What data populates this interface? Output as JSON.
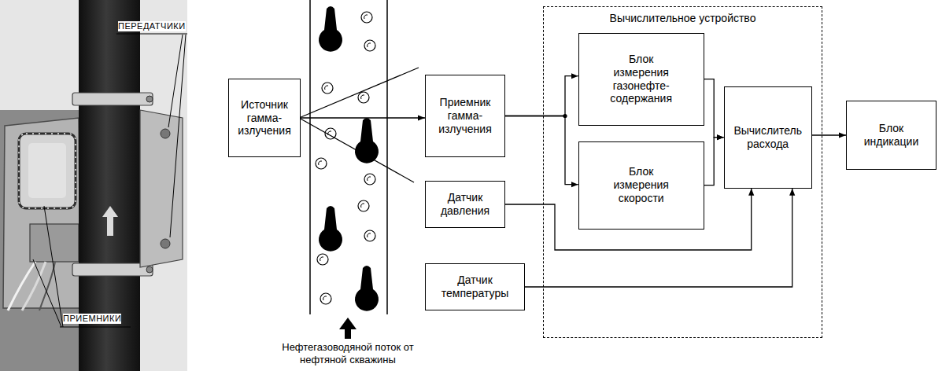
{
  "diagram": {
    "nodes": [
      {
        "text": [
          "Источник гамма-излучения"
        ]
      },
      {
        "text": [
          "Приемник гамма-излучения"
        ]
      },
      {
        "text": [
          "Датчик давления"
        ]
      },
      {
        "text": [
          "Датчик температуры"
        ]
      },
      {
        "text": [
          "Вычислительное устройство"
        ]
      },
      {
        "text": [
          "Блок измерения газонефте-содержания"
        ],
        "in": 4
      },
      {
        "text": [
          "Блок измерения скорости"
        ],
        "in": 4
      },
      {
        "text": [
          "Вычислитель расхода"
        ],
        "in": 4
      },
      {
        "text": [
          "Блок индикации"
        ]
      }
    ],
    "edges": [
      {
        "from": 0,
        "to": 1,
        "arrow": "to"
      },
      {
        "from": 1,
        "to": 5,
        "arrow": "to"
      },
      {
        "from": 1,
        "to": 6,
        "arrow": "to"
      },
      {
        "from": 5,
        "to": 7,
        "arrow": "to"
      },
      {
        "from": 6,
        "to": 7,
        "arrow": "to"
      },
      {
        "from": 2,
        "to": 7,
        "arrow": "to"
      },
      {
        "from": 3,
        "to": 7,
        "arrow": "to"
      },
      {
        "from": 7,
        "to": 8,
        "arrow": "to"
      }
    ],
    "labels": [
      "ПЕРЕДАТЧИКИ",
      "ПРИЕМНИКИ",
      "Нефтегазоводяной поток от нефтяной скважины"
    ]
  }
}
